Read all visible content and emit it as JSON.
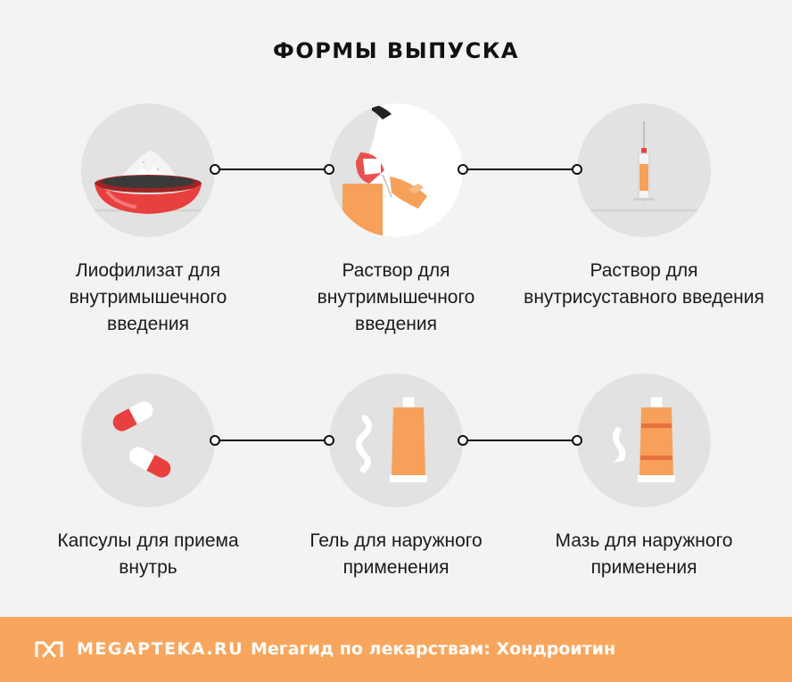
{
  "title": "ФОРМЫ ВЫПУСКА",
  "forms": [
    {
      "label": "Лиофилизат для внутримышечного введения",
      "icon": "powder-bowl-icon"
    },
    {
      "label": "Раствор для внутримышечного введения",
      "icon": "injection-arm-icon"
    },
    {
      "label": "Раствор для внутрисуставного введения",
      "icon": "syringe-icon"
    },
    {
      "label": "Капсулы для приема внутрь",
      "icon": "capsules-icon"
    },
    {
      "label": "Гель для наружного применения",
      "icon": "gel-tube-icon"
    },
    {
      "label": "Мазь для наружного применения",
      "icon": "ointment-tube-icon"
    }
  ],
  "footer": {
    "brand": "MEGAPTEKA.RU",
    "tagline": "Мегагид по лекарствам: Хондроитин",
    "logo_icon": "megapteka-logo-icon"
  },
  "colors": {
    "background": "#f3f3f3",
    "circle": "#e2e2e2",
    "accent_red": "#e8403f",
    "accent_orange": "#f7a05a",
    "footer": "#f8a65d"
  }
}
